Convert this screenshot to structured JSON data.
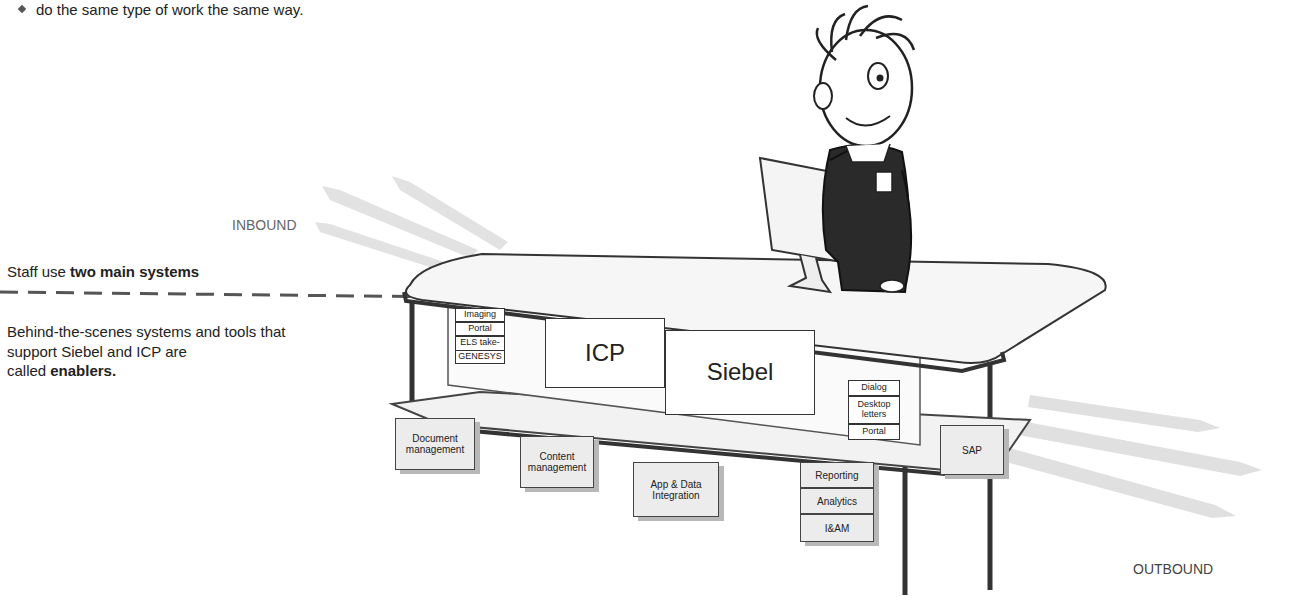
{
  "diagram": {
    "nodes": [
      {
        "text": [
          "Imaging"
        ]
      },
      {
        "text": [
          "Portal"
        ]
      },
      {
        "text": [
          "ELS take-on"
        ]
      },
      {
        "text": [
          "GENESYS"
        ]
      },
      {
        "text": [
          "ICP"
        ]
      },
      {
        "text": [
          "Siebel"
        ]
      },
      {
        "text": [
          "Dialog"
        ]
      },
      {
        "text": [
          "Desktop letters"
        ]
      },
      {
        "text": [
          "Portal"
        ]
      },
      {
        "text": [
          "Document management"
        ]
      },
      {
        "text": [
          "Content management"
        ]
      },
      {
        "text": [
          "App & Data Integration"
        ]
      },
      {
        "text": [
          "Reporting"
        ]
      },
      {
        "text": [
          "Analytics"
        ]
      },
      {
        "text": [
          "I&AM"
        ]
      },
      {
        "text": [
          "SAP"
        ]
      }
    ],
    "labels": [
      "do the same type of work the same way.",
      "INBOUND",
      "Staff use",
      "two main systems",
      "Behind-the-scenes systems and tools that support Siebel and ICP are called",
      "enablers.",
      "OUTBOUND"
    ]
  }
}
